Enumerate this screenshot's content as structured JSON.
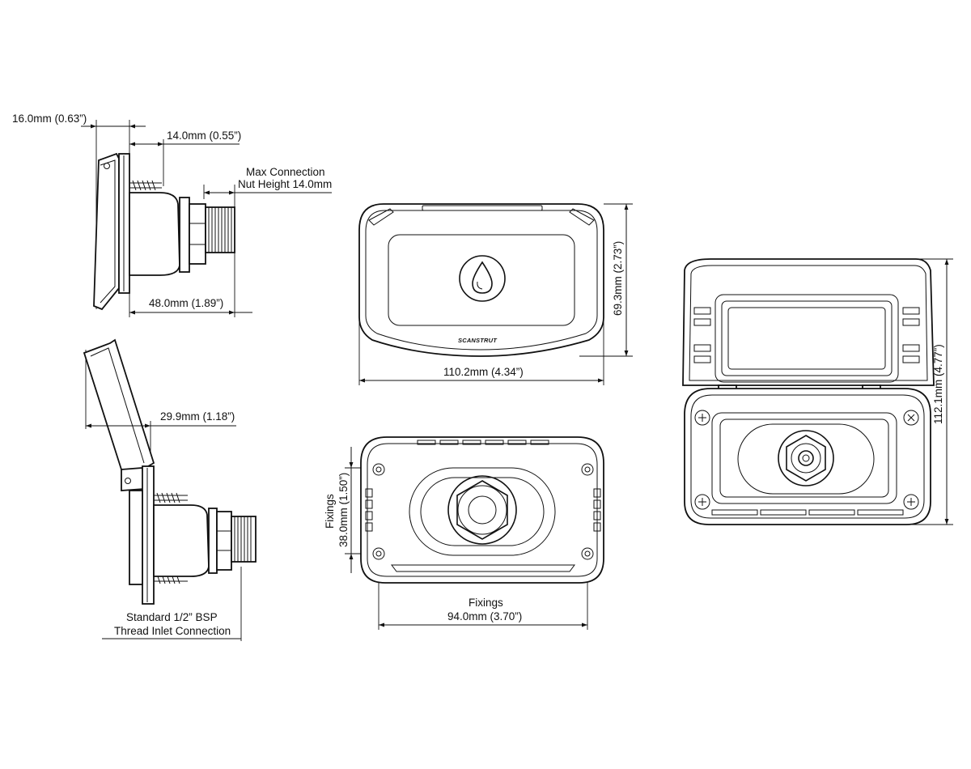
{
  "labels": {
    "side_overall_depth": "16.0mm (0.63”)",
    "side_flange_depth": "14.0mm (0.55”)",
    "max_connection_line1": "Max Connection",
    "max_connection_line2": "Nut Height 14.0mm",
    "side_total_length": "48.0mm (1.89”)",
    "open_lid_clearance": "29.9mm (1.18”)",
    "thread_line1": "Standard 1/2” BSP",
    "thread_line2": "Thread Inlet Connection",
    "front_height": "69.3mm (2.73”)",
    "front_width": "110.2mm (4.34”)",
    "brand": "SCANSTRUT",
    "rear_fixings_vertical_title": "Fixings",
    "rear_fixings_vertical": "38.0mm (1.50”)",
    "rear_fixings_horizontal_title": "Fixings",
    "rear_fixings_horizontal": "94.0mm (3.70”)",
    "open_height": "112.1mm (4.77”)"
  },
  "icons": [
    "water-drop-icon",
    "screw-head-icon"
  ],
  "colors": {
    "line": "#111111",
    "background": "#ffffff",
    "part_fill": "#ffffff"
  }
}
